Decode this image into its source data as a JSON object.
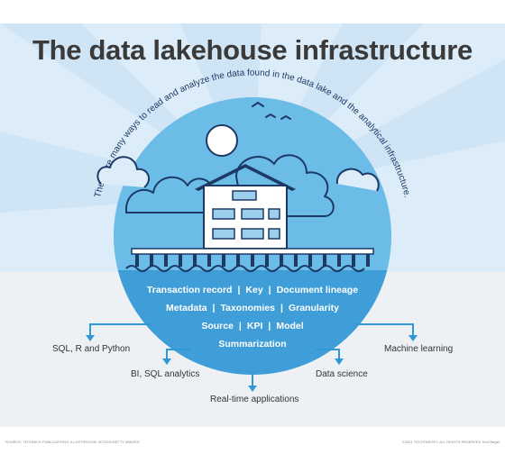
{
  "title": "The data lakehouse infrastructure",
  "arc_caption": "There are many ways to read and analyze the data found in the data lake and the analytical infrastructure.",
  "attributes": {
    "row1": [
      "Transaction record",
      "Key",
      "Document lineage"
    ],
    "row2": [
      "Metadata",
      "Taxonomies",
      "Granularity"
    ],
    "row3": [
      "Source",
      "KPI",
      "Model"
    ],
    "row4": [
      "Summarization"
    ]
  },
  "separator": "|",
  "uses": {
    "sql_r_python": "SQL, R and Python",
    "bi_sql": "BI, SQL analytics",
    "realtime": "Real-time applications",
    "data_science": "Data science",
    "machine_learning": "Machine learning"
  },
  "credits": {
    "left": "SOURCE: TECHNICS PUBLICATIONS; ILLUSTRATION: ISTOCK/GETTY IMAGES",
    "right": "©2021 TECHTARGET. ALL RIGHTS RESERVED  TechTarget"
  },
  "colors": {
    "sky": "#dcecf8",
    "ray": "#c9e1f3",
    "circle": "#6bbde8",
    "circle_lower": "#3f9ed8",
    "water": "#5aaee0",
    "outline": "#1d3a66",
    "building": "#ffffff",
    "window": "#9ccfee",
    "arrow": "#2f98d6",
    "title": "#3a3a3a"
  },
  "icons": [
    "sun-icon",
    "bird-icon",
    "cloud-icon",
    "warehouse-icon",
    "pier-icon",
    "wave-icon",
    "arrow-icon"
  ]
}
